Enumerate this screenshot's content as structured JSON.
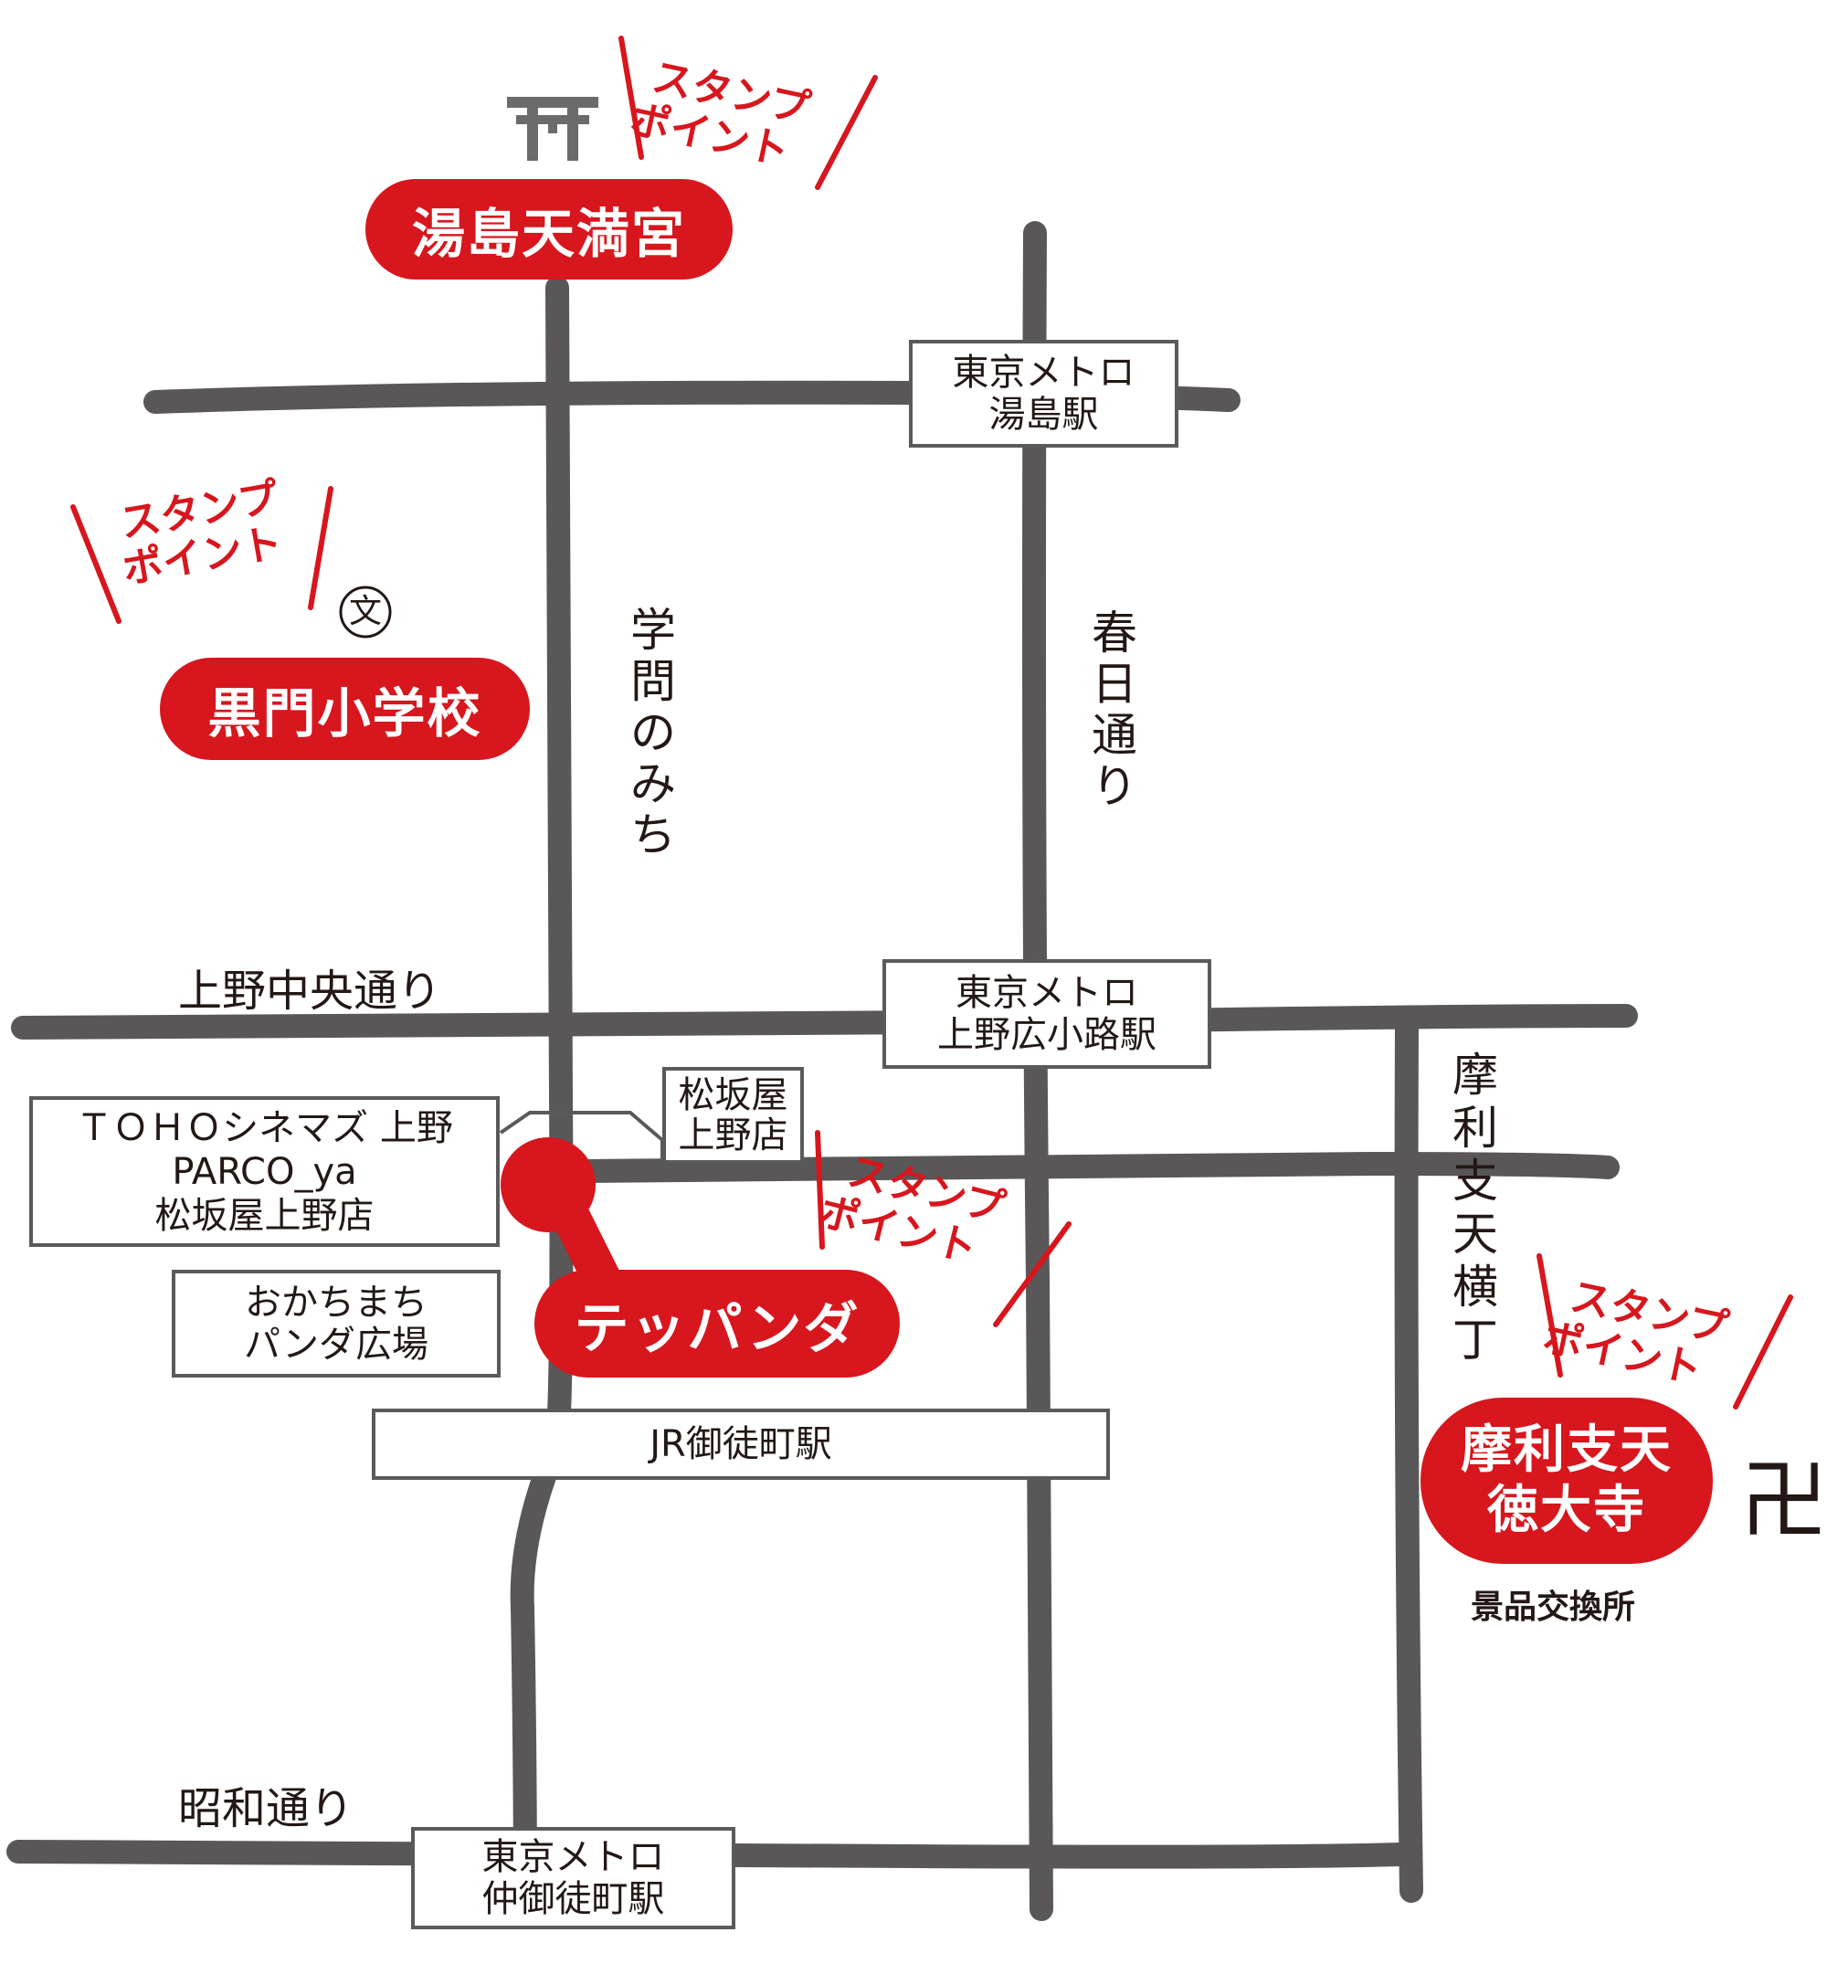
{
  "places": {
    "yushima_tenmangu": "湯島天満宮",
    "kuromon_school": "黒門小学校",
    "teppanda": "テッパンダ",
    "marishiten_1": "摩利支天",
    "marishiten_2": "徳大寺",
    "prize_exchange": "景品交換所"
  },
  "stamp_point": {
    "line1": "スタンプ",
    "line2": "ポイント"
  },
  "stations": {
    "yushima": [
      "東京メトロ",
      "湯島駅"
    ],
    "ueno_hirokoji": [
      "東京メトロ",
      "上野広小路駅"
    ],
    "naka_okachimachi": [
      "東京メトロ",
      "仲御徒町駅"
    ],
    "jr_okachimachi": "JR御徒町駅"
  },
  "buildings": {
    "toho": [
      "ＴＯＨＯシネマズ 上野",
      "PARCO_ya",
      "松坂屋上野店"
    ],
    "matsuzakaya": [
      "松坂屋",
      "上野店"
    ],
    "panda_plaza": [
      "おかちまち",
      "パンダ広場"
    ]
  },
  "roads": {
    "gakumon": [
      "学",
      "問",
      "の",
      "み",
      "ち"
    ],
    "kasuga": [
      "春",
      "日",
      "通",
      "り"
    ],
    "ueno_chuo": "上野中央通り",
    "showa": "昭和通り",
    "marishiten_yokocho": [
      "摩",
      "利",
      "支",
      "天",
      "横",
      "丁"
    ]
  },
  "icons": {
    "shrine": "torii-icon",
    "school": "文",
    "temple": "卍"
  },
  "colors": {
    "accent": "#d7161d",
    "road": "#595757",
    "text": "#231815"
  }
}
